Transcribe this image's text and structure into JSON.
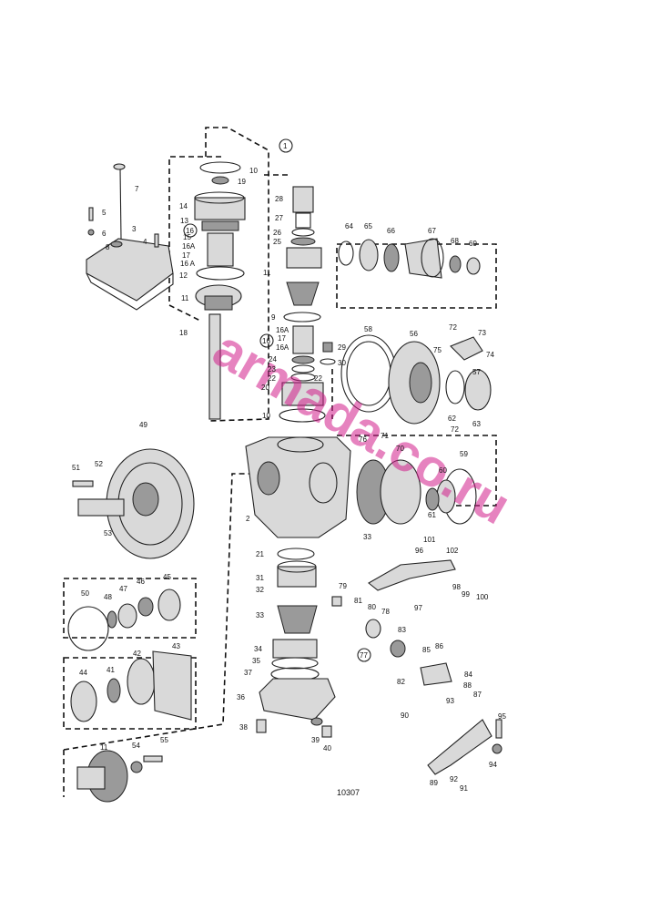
{
  "diagram": {
    "drawing_number": "10307",
    "watermark": "armada.co.ru",
    "callouts": {
      "c1": "1",
      "c16a": "16",
      "c16b": "16",
      "c77": "77"
    },
    "labels": {
      "l10a": "10",
      "l19": "19",
      "l7": "7",
      "l5": "5",
      "l6": "6",
      "l3": "3",
      "l4": "4",
      "l8": "8",
      "l14": "14",
      "l13": "13",
      "l15": "15",
      "l16Aa": "16A",
      "l17a": "17",
      "l16Ab": "16 A",
      "l12": "12",
      "l11a": "11",
      "l18": "18",
      "l28": "28",
      "l27": "27",
      "l26": "26",
      "l25": "25",
      "l11b": "11",
      "l9": "9",
      "l16Ac": "16A",
      "l17b": "17",
      "l16Ad": "16A",
      "l24": "24",
      "l23": "23",
      "l22a": "22",
      "l22b": "22",
      "l20": "20",
      "l10b": "10",
      "l29": "29",
      "l30": "30",
      "l64": "64",
      "l65": "65",
      "l66": "66",
      "l67": "67",
      "l68": "68",
      "l69": "69",
      "l58": "58",
      "l56": "56",
      "l72a": "72",
      "l73": "73",
      "l74": "74",
      "l75": "75",
      "l57": "57",
      "l62": "62",
      "l72b": "72",
      "l63": "63",
      "l49": "49",
      "l76": "76",
      "l71": "71",
      "l70": "70",
      "l59": "59",
      "l51": "51",
      "l52": "52",
      "l53": "53",
      "l60": "60",
      "l61": "61",
      "l2": "2",
      "l33a": "33",
      "l101": "101",
      "l96": "96",
      "l102": "102",
      "l21": "21",
      "l31": "31",
      "l32": "32",
      "l33b": "33",
      "l34": "34",
      "l35": "35",
      "l37": "37",
      "l36": "36",
      "l38": "38",
      "l39": "39",
      "l40": "40",
      "l50": "50",
      "l48": "48",
      "l47": "47",
      "l46": "46",
      "l45": "45",
      "l44": "44",
      "l41": "41",
      "l42": "42",
      "l43": "43",
      "l11c": "11",
      "l54": "54",
      "l55": "55",
      "l79": "79",
      "l81": "81",
      "l80": "80",
      "l78": "78",
      "l83": "83",
      "l82": "82",
      "l90": "90",
      "l85": "85",
      "l86": "86",
      "l84": "84",
      "l88": "88",
      "l87": "87",
      "l93": "93",
      "l95": "95",
      "l89": "89",
      "l92": "92",
      "l91": "91",
      "l94": "94",
      "l97": "97",
      "l98": "98",
      "l99": "99",
      "l100": "100"
    }
  }
}
